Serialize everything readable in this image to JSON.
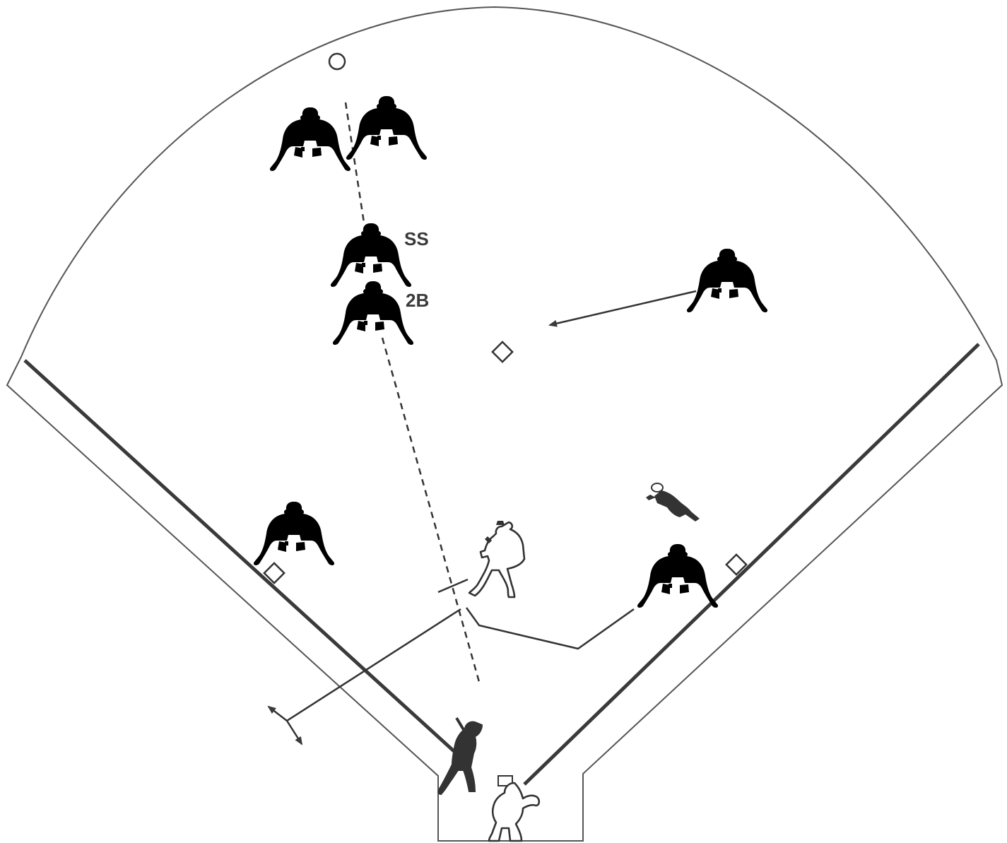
{
  "diagram": {
    "labels": {
      "shortstop": "SS",
      "second_base": "2B"
    },
    "colors": {
      "line": "#3a3a3a",
      "background": "#ffffff"
    },
    "icons": [
      "baseball-field",
      "fielder-silhouette",
      "batter-silhouette",
      "catcher-silhouette",
      "pitcher-silhouette",
      "runner-silhouette",
      "base-marker",
      "ball-marker",
      "arrow"
    ]
  }
}
